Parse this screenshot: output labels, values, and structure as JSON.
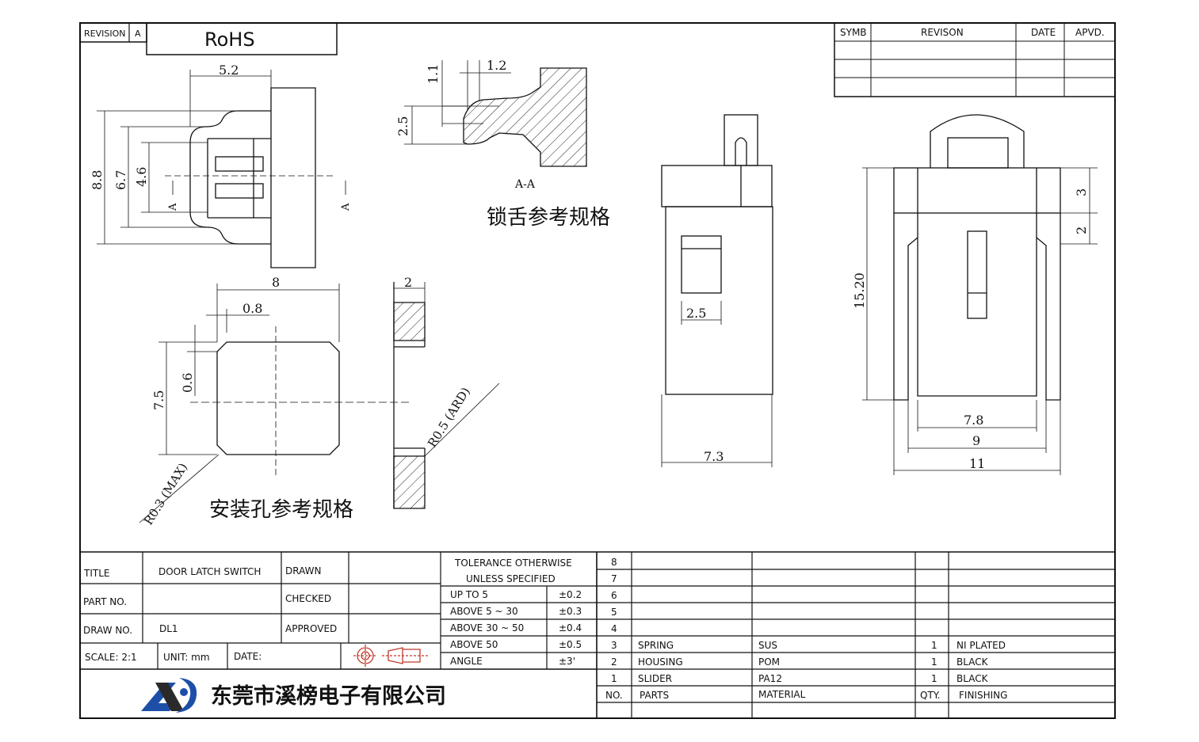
{
  "revision_box": {
    "label": "REVISION",
    "letter": "A",
    "value": "RoHS"
  },
  "revision_table": {
    "headers": [
      "SYMB",
      "REVISON",
      "DATE",
      "APVD."
    ]
  },
  "dimensions": {
    "top_width": "5.2",
    "height_outer": "8.8",
    "height_mid": "6.7",
    "height_inner": "4.6",
    "section_marker": "A",
    "tongue_h": "1.1",
    "tongue_w": "1.2",
    "tongue_thick": "2.5",
    "section_label": "A-A",
    "hole_width": "8",
    "hole_offset": "0.8",
    "hole_corner": "0.6",
    "hole_height": "7.5",
    "panel_thick": "2",
    "radius_max": "R0.3 (MAX)",
    "radius_ard": "R0.5 (ARD)",
    "front_slot": "2.5",
    "front_width": "7.3",
    "side_height": "15.20",
    "side_top": "3",
    "side_step": "2",
    "side_w1": "7.8",
    "side_w2": "9",
    "side_w3": "11"
  },
  "captions": {
    "tongue": "锁舌参考规格",
    "mount_hole": "安装孔参考规格"
  },
  "title_block": {
    "title_label": "TITLE",
    "title_value": "DOOR LATCH SWITCH",
    "part_label": "PART NO.",
    "draw_label": "DRAW NO.",
    "draw_value": "DL1",
    "scale_label": "SCALE: 2:1",
    "unit_label": "UNIT: mm",
    "date_label": "DATE:",
    "drawn_label": "DRAWN",
    "checked_label": "CHECKED",
    "approved_label": "APPROVED",
    "tolerance_title_1": "TOLERANCE OTHERWISE",
    "tolerance_title_2": "UNLESS SPECIFIED",
    "tolerances": [
      {
        "range": "UP TO 5",
        "value": "±0.2"
      },
      {
        "range": "ABOVE 5 ~ 30",
        "value": "±0.3"
      },
      {
        "range": "ABOVE 30 ~ 50",
        "value": "±0.4"
      },
      {
        "range": "ABOVE 50",
        "value": "±0.5"
      },
      {
        "range": "ANGLE",
        "value": "±3'"
      }
    ],
    "company": "东莞市溪榜电子有限公司",
    "bom_header": {
      "no": "NO.",
      "parts": "PARTS",
      "material": "MATERIAL",
      "qty": "QTY.",
      "finishing": "FINISHING"
    },
    "bom": [
      {
        "no": "8",
        "parts": "",
        "material": "",
        "qty": "",
        "finishing": ""
      },
      {
        "no": "7",
        "parts": "",
        "material": "",
        "qty": "",
        "finishing": ""
      },
      {
        "no": "6",
        "parts": "",
        "material": "",
        "qty": "",
        "finishing": ""
      },
      {
        "no": "5",
        "parts": "",
        "material": "",
        "qty": "",
        "finishing": ""
      },
      {
        "no": "4",
        "parts": "",
        "material": "",
        "qty": "",
        "finishing": ""
      },
      {
        "no": "3",
        "parts": "SPRING",
        "material": "SUS",
        "qty": "1",
        "finishing": "NI PLATED"
      },
      {
        "no": "2",
        "parts": "HOUSING",
        "material": "POM",
        "qty": "1",
        "finishing": "BLACK"
      },
      {
        "no": "1",
        "parts": "SLIDER",
        "material": "PA12",
        "qty": "1",
        "finishing": "BLACK"
      }
    ]
  },
  "colors": {
    "line": "#111111",
    "logo_blue": "#1d4fa8",
    "company_blue": "#1c6fd0"
  }
}
